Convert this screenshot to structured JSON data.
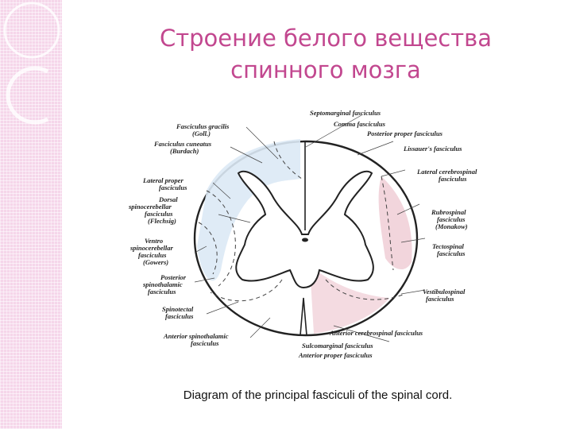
{
  "title": {
    "line1": "Строение белого вещества",
    "line2": "спинного мозга"
  },
  "caption": "Diagram of the principal fasciculi of the spinal cord.",
  "colors": {
    "accent": "#c2478f",
    "band": "#f5d6ea",
    "ascending_tracts": "#dce9f5",
    "descending_tracts": "#f2d5dc"
  },
  "labels": {
    "left": [
      "Fasciculus gracilis",
      "(Goll.)",
      "Fasciculus cuneatus",
      "(Burdach)",
      "Lateral proper",
      "fasciculus",
      "Dorsal",
      "spinocerebellar",
      "fasciculus",
      "(Flechsig)",
      "Ventro",
      "spinocerebellar",
      "fasciculus",
      "(Gowers)",
      "Posterior",
      "spinothalamic",
      "fasciculus",
      "Spinotectal",
      "fasciculus",
      "Anterior spinothalamic",
      "fasciculus"
    ],
    "right": [
      "Septomarginal fasciculus",
      "Comma fasciculus",
      "Posterior proper fasciculus",
      "Lissauer's fasciculus",
      "Lateral cerebrospinal",
      "fasciculus",
      "Rubrospinal",
      "fasciculus",
      "(Monakow)",
      "Tectospinal",
      "fasciculus",
      "Vestibulospinal",
      "fasciculus",
      "Anterior cerebrospinal fasciculus",
      "Sulcomarginal fasciculus",
      "Anterior proper fasciculus"
    ]
  }
}
